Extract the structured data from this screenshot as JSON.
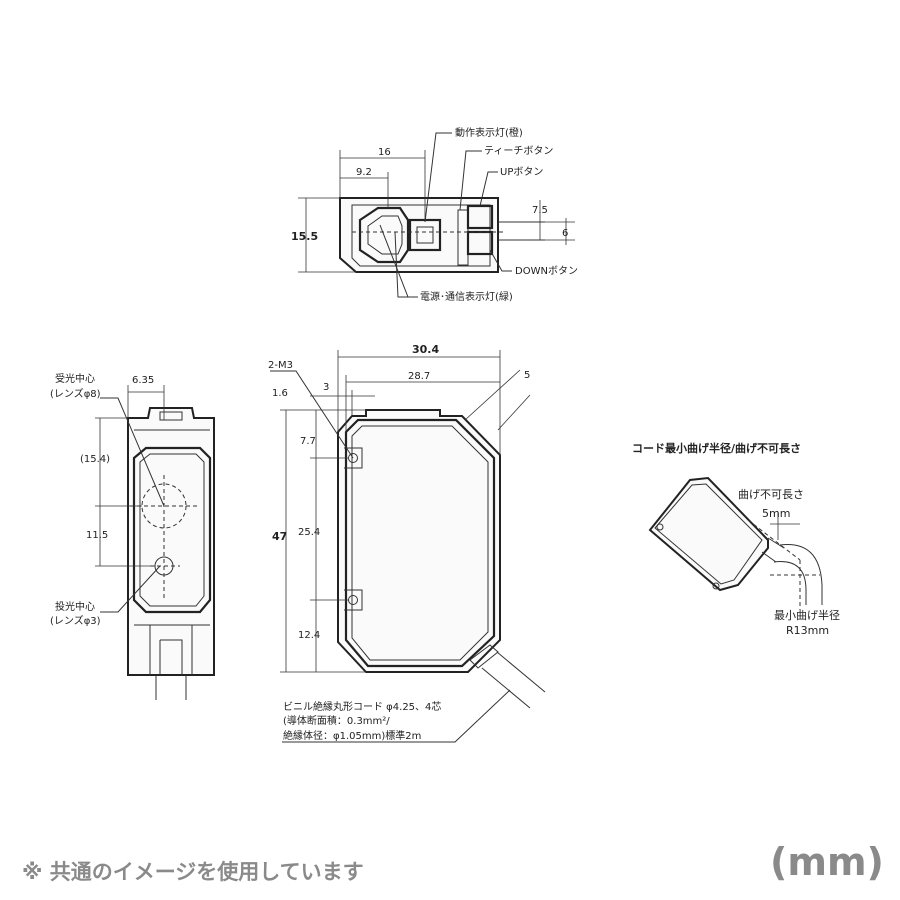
{
  "top_view": {
    "labels": {
      "led_op": "動作表示灯(橙)",
      "teach": "ティーチボタン",
      "up": "UPボタン",
      "down": "DOWNボタン",
      "led_pw": "電源･通信表示灯(緑)"
    },
    "dims": {
      "d16": "16",
      "d9_2": "9.2",
      "d15_5": "15.5",
      "d7_5": "7.5",
      "d6": "6"
    }
  },
  "left_view": {
    "labels": {
      "recv_1": "受光中心",
      "recv_2": "(レンズφ8)",
      "emit_1": "投光中心",
      "emit_2": "(レンズφ3)"
    },
    "dims": {
      "d6_35": "6.35",
      "d15_4": "(15.4)",
      "d11_5": "11.5"
    }
  },
  "front_view": {
    "dims": {
      "m3": "2-M3",
      "d30_4": "30.4",
      "d28_7": "28.7",
      "d3": "3",
      "d5": "5",
      "d1_6": "1.6",
      "d7_7": "7.7",
      "d47": "47",
      "d25_4": "25.4",
      "d12_4": "12.4"
    },
    "cord_note": {
      "l1": "ビニル絶縁丸形コード φ4.25、4芯",
      "l2": "(導体断面積：0.3mm²/",
      "l3": "絶縁体径：φ1.05mm)標準2m"
    }
  },
  "bend_view": {
    "title": "コード最小曲げ半径/曲げ不可長さ",
    "nobend_1": "曲げ不可長さ",
    "nobend_2": "5mm",
    "radius_1": "最小曲げ半径",
    "radius_2": "R13mm"
  },
  "footer": {
    "note": "※ 共通のイメージを使用しています",
    "unit": "(mm)"
  }
}
